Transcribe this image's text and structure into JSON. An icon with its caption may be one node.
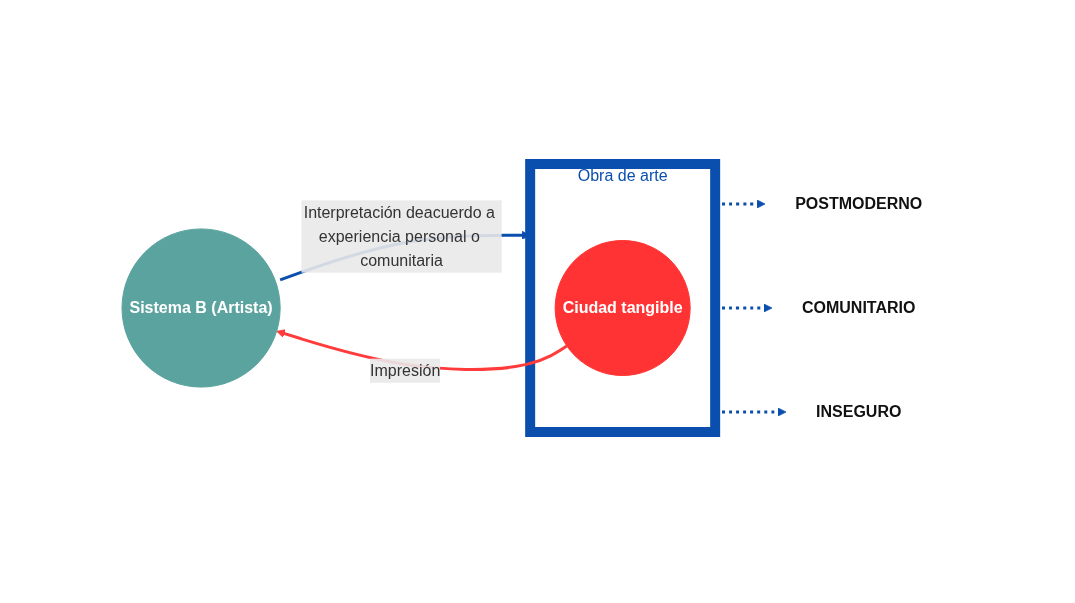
{
  "diagram": {
    "nodes": [
      {
        "text": [
          "Sistema B (Artista)"
        ]
      },
      {
        "text": [
          "Obra de arte"
        ]
      },
      {
        "text": [
          "Ciudad tangible"
        ],
        "in": 1
      },
      {
        "text": [
          "POSTMODERNO"
        ]
      },
      {
        "text": [
          "COMUNITARIO"
        ]
      },
      {
        "text": [
          "INSEGURO"
        ]
      }
    ],
    "edges": [
      {
        "from": 0,
        "to": 1,
        "arrow": "to",
        "label": "Interpretación deacuerdo a experiencia personal o comunitaria"
      },
      {
        "from": 2,
        "to": 0,
        "arrow": "to",
        "label": "Impresión",
        "color": "#ff3b3b"
      },
      {
        "from": 1,
        "to": 3,
        "arrow": "to",
        "style": "dashed"
      },
      {
        "from": 1,
        "to": 4,
        "arrow": "to",
        "style": "dashed"
      },
      {
        "from": 1,
        "to": 5,
        "arrow": "to",
        "style": "dashed"
      }
    ]
  }
}
